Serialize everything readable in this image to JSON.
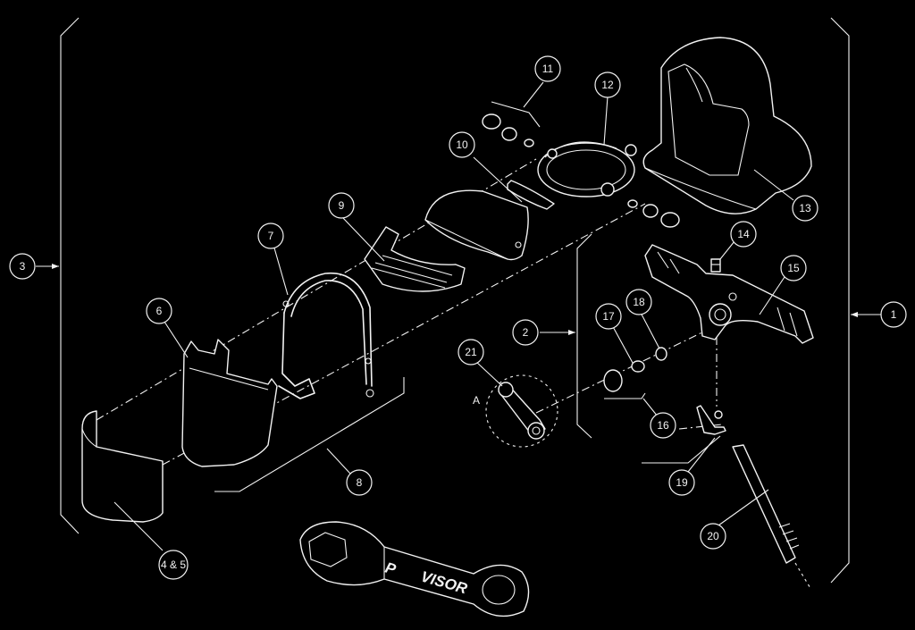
{
  "callouts": [
    {
      "label": "1"
    },
    {
      "label": "2"
    },
    {
      "label": "3"
    },
    {
      "label": "4 & 5"
    },
    {
      "label": "6"
    },
    {
      "label": "7"
    },
    {
      "label": "8"
    },
    {
      "label": "9"
    },
    {
      "label": "10"
    },
    {
      "label": "11"
    },
    {
      "label": "12"
    },
    {
      "label": "13"
    },
    {
      "label": "14"
    },
    {
      "label": "15"
    },
    {
      "label": "16"
    },
    {
      "label": "17"
    },
    {
      "label": "18"
    },
    {
      "label": "19"
    },
    {
      "label": "20"
    },
    {
      "label": "21"
    }
  ],
  "detail_letter": "A",
  "wrench_brand": {
    "part1": "P",
    "part2": "VISOR"
  }
}
